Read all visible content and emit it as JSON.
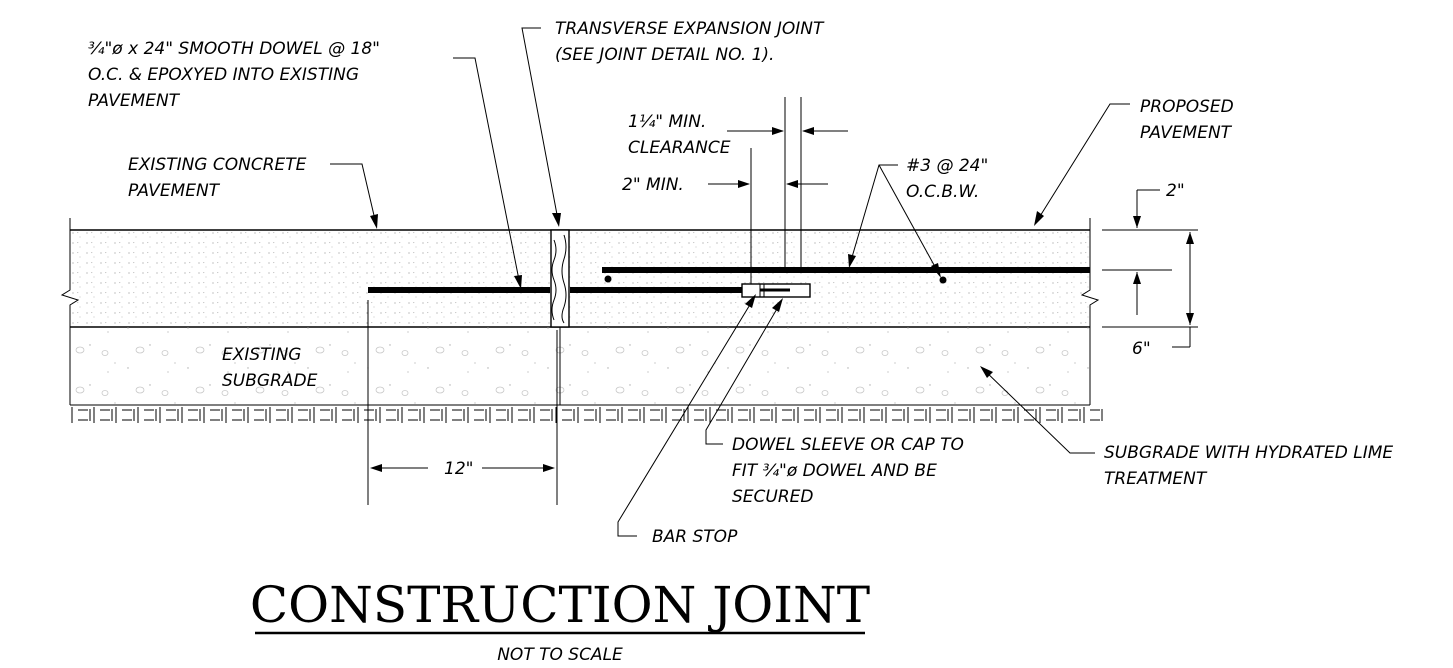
{
  "title": "CONSTRUCTION JOINT",
  "subtitle": "NOT TO SCALE",
  "labels": {
    "dowel_callout": [
      "¾\"ø x 24\" SMOOTH DOWEL @ 18\"",
      "O.C. & EPOXYED INTO EXISTING",
      "PAVEMENT"
    ],
    "expansion_joint": [
      "TRANSVERSE EXPANSION JOINT",
      "(SEE JOINT DETAIL NO. 1)."
    ],
    "existing_pavement": [
      "EXISTING CONCRETE",
      "PAVEMENT"
    ],
    "proposed_pavement": [
      "PROPOSED",
      "PAVEMENT"
    ],
    "clearance": [
      "1¼\" MIN.",
      "CLEARANCE"
    ],
    "two_min": "2\" MIN.",
    "rebar": [
      "#3 @ 24\"",
      "O.C.B.W."
    ],
    "dim_top": "2\"",
    "dim_depth": "6\"",
    "existing_subgrade": [
      "EXISTING",
      "SUBGRADE"
    ],
    "dim_12": "12\"",
    "dowel_sleeve": [
      "DOWEL SLEEVE OR CAP TO",
      "FIT ¾\"ø DOWEL AND BE",
      "SECURED"
    ],
    "lime_subgrade": [
      "SUBGRADE WITH HYDRATED LIME",
      "TREATMENT"
    ],
    "bar_stop": "BAR STOP"
  }
}
